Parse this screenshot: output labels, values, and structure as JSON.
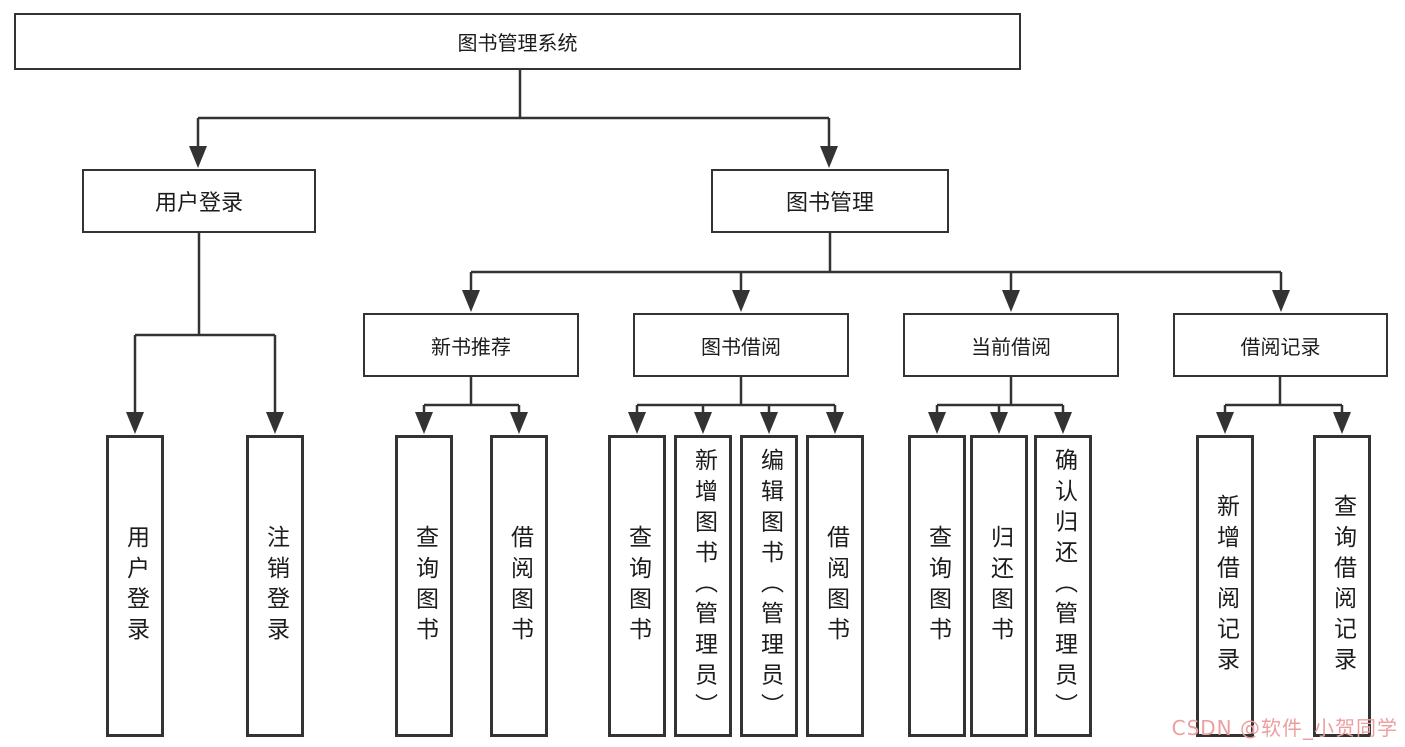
{
  "tree": {
    "label": "图书管理系统",
    "children": [
      {
        "label": "用户登录",
        "children": [
          {
            "label": "用户登录"
          },
          {
            "label": "注销登录"
          }
        ]
      },
      {
        "label": "图书管理",
        "children": [
          {
            "label": "新书推荐",
            "children": [
              {
                "label": "查询图书"
              },
              {
                "label": "借阅图书"
              }
            ]
          },
          {
            "label": "图书借阅",
            "children": [
              {
                "label": "查询图书"
              },
              {
                "label": "新增图书（管理员）"
              },
              {
                "label": "编辑图书（管理员）"
              },
              {
                "label": "借阅图书"
              }
            ]
          },
          {
            "label": "当前借阅",
            "children": [
              {
                "label": "查询图书"
              },
              {
                "label": "归还图书"
              },
              {
                "label": "确认归还（管理员）"
              }
            ]
          },
          {
            "label": "借阅记录",
            "children": [
              {
                "label": "新增借阅记录"
              },
              {
                "label": "查询借阅记录"
              }
            ]
          }
        ]
      }
    ]
  },
  "watermark": "CSDN @软件_小贺同学",
  "colors": {
    "line": "#333333",
    "box_border": "#333333",
    "text": "#1c1c1c",
    "watermark": "#ec9f9f",
    "background": "#ffffff"
  },
  "diagram_type": "hierarchy-tree"
}
